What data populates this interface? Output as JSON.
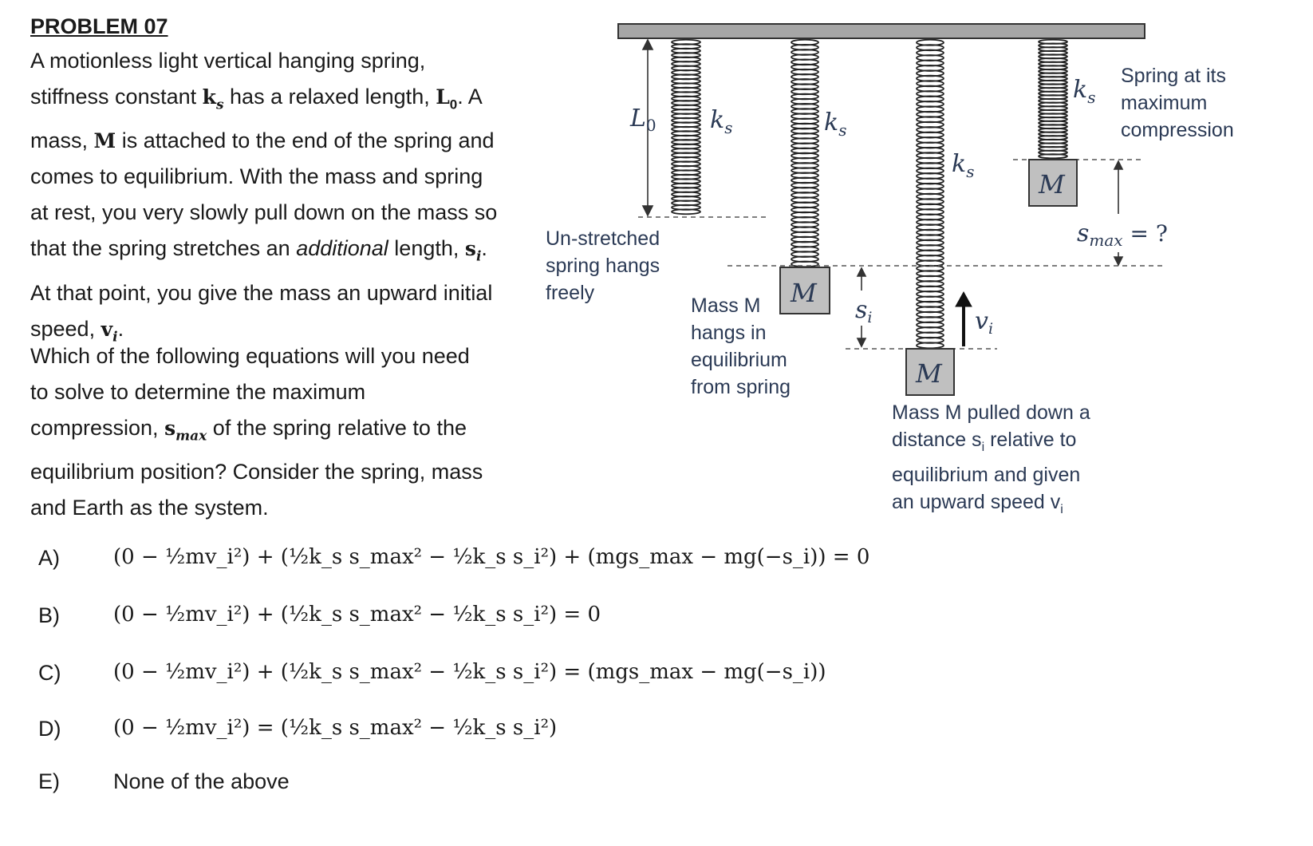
{
  "problem": {
    "heading": "PROBLEM 07",
    "para1": [
      "A motionless light vertical hanging spring,",
      "stiffness constant ",
      "k",
      "s",
      " has a relaxed length, ",
      "L",
      "0",
      ".  A",
      "mass, ",
      "M",
      " is attached to the end of the spring and",
      "comes to equilibrium. With the mass and spring",
      "at rest, you very slowly pull down on the mass so",
      "that the spring stretches an ",
      "additional",
      " length, ",
      "s",
      "i",
      ".",
      "At that point, you give the mass an upward initial",
      "speed, ",
      "v",
      "i",
      "."
    ],
    "para2": [
      "Which of the following equations will you need",
      "to solve to determine the maximum",
      "compression, ",
      "s",
      "max",
      " of the spring relative to the",
      "equilibrium position?  Consider the spring, mass",
      "and Earth as the system."
    ]
  },
  "diagram": {
    "labels": {
      "L0": "L",
      "L0_sub": "0",
      "ks": "k",
      "ks_sub": "s",
      "si": "s",
      "si_sub": "i",
      "vi": "v",
      "vi_sub": "i",
      "smax": "s",
      "smax_sub": "max",
      "smax_eq": " = ?",
      "mass": "M"
    },
    "captions": {
      "unstretched": [
        "Un-stretched",
        "spring hangs",
        "freely"
      ],
      "equilibrium": [
        "Mass M",
        "hangs in",
        "equilibrium",
        "from spring"
      ],
      "pulled": [
        "Mass M pulled down a",
        "distance s",
        "i",
        " relative to",
        "equilibrium and given",
        "an upward speed v",
        "i"
      ],
      "max_comp": [
        "Spring at its",
        "maximum",
        "compression"
      ]
    },
    "colors": {
      "ceiling": "#a6a6a6",
      "mass": "#c0c0c0",
      "text": "#2b3a55"
    }
  },
  "options": [
    {
      "letter": "A)",
      "text": "(0 − ½mv_i²) + (½k_s s_max² − ½k_s s_i²) + (mgs_max − mg(−s_i)) = 0"
    },
    {
      "letter": "B)",
      "text": "(0 − ½mv_i²) + (½k_s s_max² − ½k_s s_i²) = 0"
    },
    {
      "letter": "C)",
      "text": "(0 − ½mv_i²) + (½k_s s_max² − ½k_s s_i²) = (mgs_max − mg(−s_i))"
    },
    {
      "letter": "D)",
      "text": "(0 − ½mv_i²) = (½k_s s_max² − ½k_s s_i²)"
    },
    {
      "letter": "E)",
      "text": "None of the above"
    }
  ]
}
